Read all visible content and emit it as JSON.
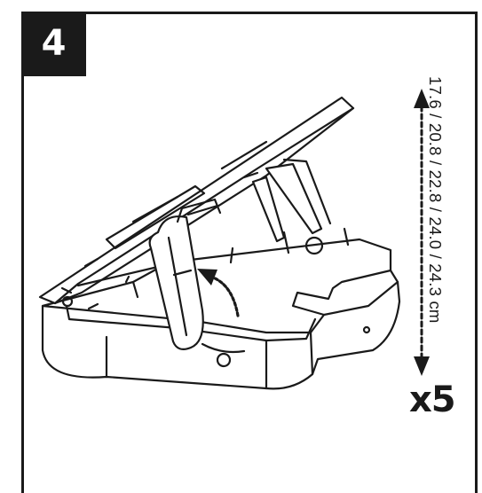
{
  "step": {
    "number": "4"
  },
  "dimension": {
    "text": "17.6 / 20.8 / 22.8 / 24.0 / 24.3 cm"
  },
  "quantity": {
    "text": "x5"
  },
  "colors": {
    "ink": "#1a1a1a",
    "paper": "#ffffff"
  },
  "icons": [
    "double-arrow-icon",
    "curved-arrow-icon"
  ]
}
